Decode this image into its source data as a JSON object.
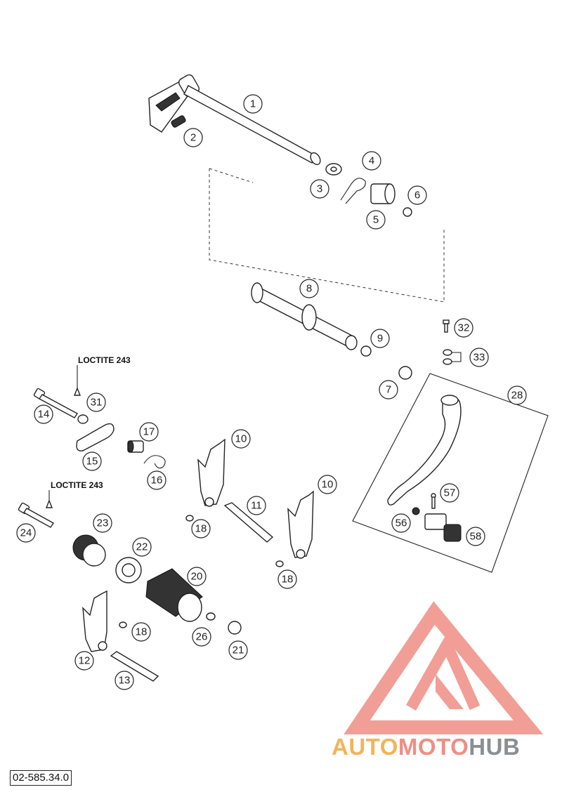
{
  "doc_number": "02-585.34.0",
  "watermark": {
    "part1": "AUTO",
    "part2": "MOTO",
    "part3": "HUB",
    "colors": {
      "auto": "#f2b45a",
      "moto": "#ef8e84",
      "hub": "#8a8f94",
      "logo": "#ef8e84"
    }
  },
  "annotations": {
    "loctite_1": "LOCTITE 243",
    "loctite_2": "LOCTITE 243"
  },
  "callouts": [
    "1",
    "2",
    "3",
    "4",
    "5",
    "6",
    "8",
    "9",
    "32",
    "33",
    "7",
    "28",
    "14",
    "31",
    "15",
    "17",
    "16",
    "10",
    "10",
    "11",
    "18",
    "24",
    "23",
    "22",
    "20",
    "18",
    "57",
    "56",
    "58",
    "12",
    "18",
    "26",
    "21",
    "13"
  ]
}
